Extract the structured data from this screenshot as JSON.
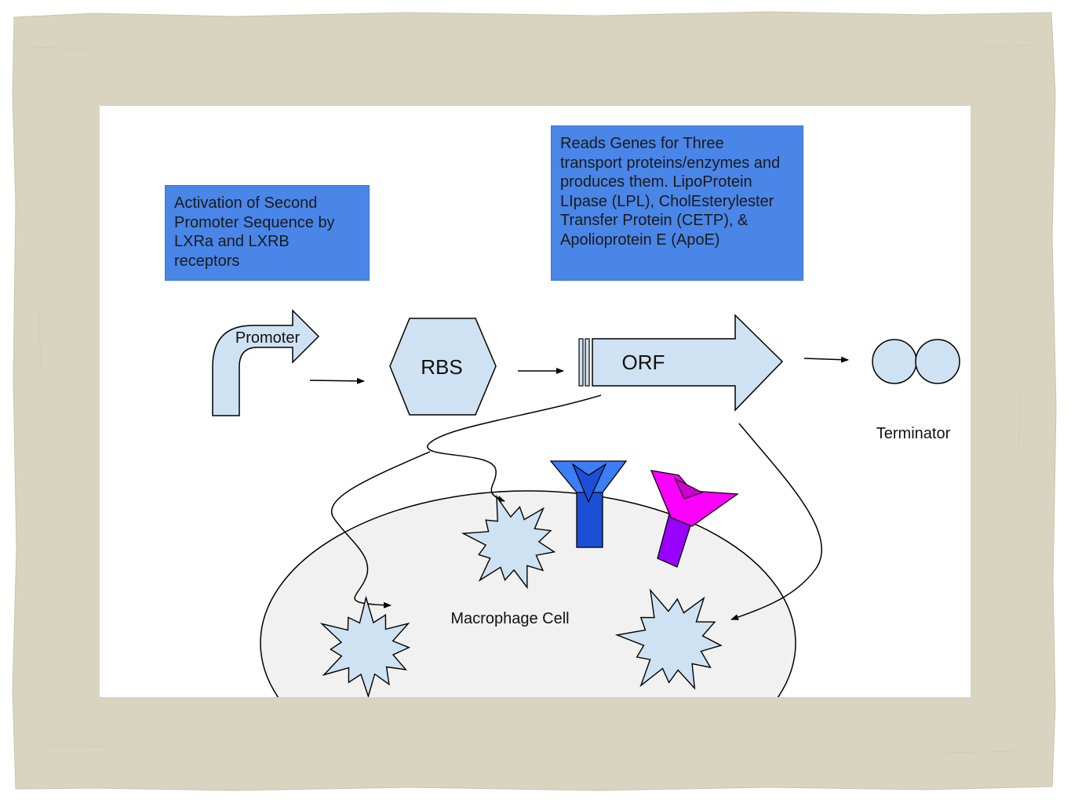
{
  "notes": {
    "activation": "Activation of Second\nPromoter Sequence by\nLXRa and LXRB\nreceptors",
    "reads_genes": "Reads Genes for Three\ntransport proteins/enzymes and\nproduces them. LipoProtein\nLIpase (LPL), CholEsterylester\nTransfer Protein (CETP), &\nApolioprotein E (ApoE)"
  },
  "labels": {
    "promoter": "Promoter",
    "rbs": "RBS",
    "orf": "ORF",
    "terminator": "Terminator",
    "cell": "Macrophage Cell"
  },
  "colors": {
    "frame": "#d8d4c0",
    "part_fill": "#cfe2f3",
    "note_box": "#4a86e8",
    "cell_fill": "#f1f1f1",
    "receptor_blue": "#1c4fd6",
    "receptor_magenta": "#ff00ff",
    "receptor_purple": "#9900ff"
  }
}
